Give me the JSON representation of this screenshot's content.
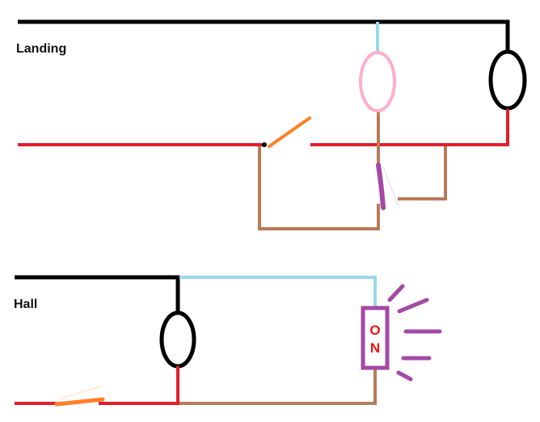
{
  "diagram": {
    "type": "wiring-diagram",
    "colors": {
      "live": "#e31e2a",
      "neutral": "#000000",
      "switched": "#b97a57",
      "blue_feed": "#99d9ea",
      "switch_blade": "#ff7f27",
      "indicator": "#a349a4",
      "pink_lamp": "#ffaec9",
      "on_text": "#ee1111"
    },
    "sections": [
      {
        "label": "Landing",
        "components": [
          "switch-open",
          "pink-lamp",
          "black-lamp",
          "two-way-switch"
        ]
      },
      {
        "label": "Hall",
        "components": [
          "switch-closed",
          "black-lamp",
          "on-indicator"
        ]
      }
    ],
    "indicator": {
      "text_line1": "O",
      "text_line2": "N"
    }
  }
}
